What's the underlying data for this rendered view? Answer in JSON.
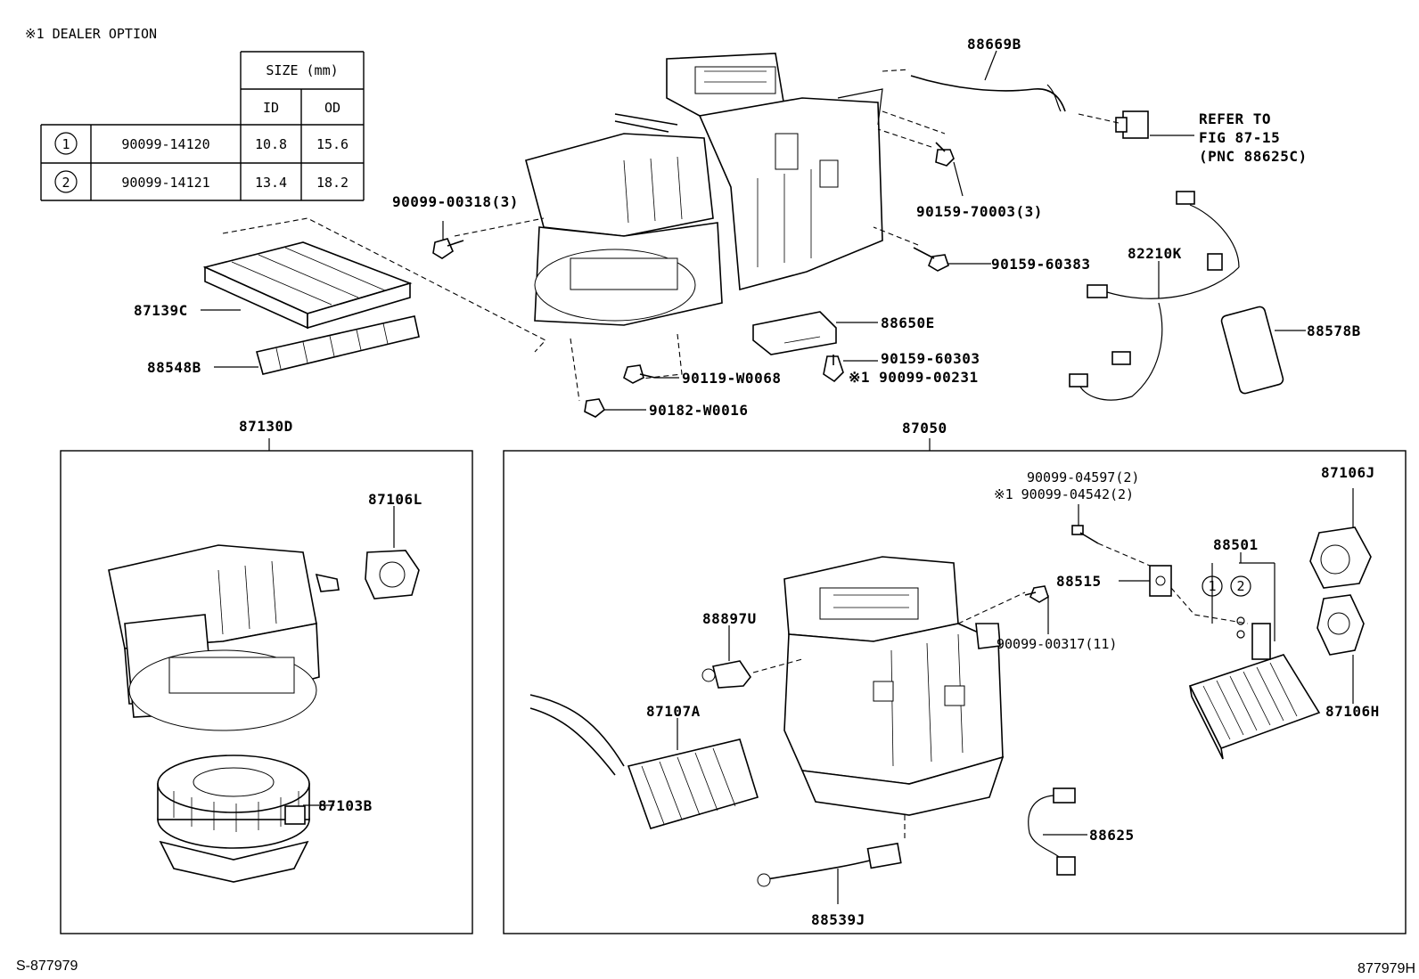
{
  "header": {
    "note": "※1 DEALER OPTION"
  },
  "size_table": {
    "header": "SIZE (mm)",
    "col_id": "ID",
    "col_od": "OD",
    "rows": [
      {
        "mark": "1",
        "part": "90099-14120",
        "id": "10.8",
        "od": "15.6"
      },
      {
        "mark": "2",
        "part": "90099-14121",
        "id": "13.4",
        "od": "18.2"
      }
    ]
  },
  "labels": {
    "l88669B": "88669B",
    "refer1": "REFER TO",
    "refer2": "FIG 87-15",
    "refer3": "(PNC 88625C)",
    "l90099_00318": "90099-00318(3)",
    "l90159_70003": "90159-70003(3)",
    "l90159_60383": "90159-60383",
    "l82210K": "82210K",
    "l87139C": "87139C",
    "l88548B": "88548B",
    "l88650E": "88650E",
    "l90159_60303": "90159-60303",
    "l90099_00231": "※1 90099-00231",
    "l90119_W0068": "90119-W0068",
    "l90182_W0016": "90182-W0016",
    "l88578B": "88578B",
    "l87130D": "87130D",
    "l87050": "87050",
    "l87106L": "87106L",
    "l87103B": "87103B",
    "l90099_04597": "90099-04597(2)",
    "l90099_04542": "※1 90099-04542(2)",
    "l87106J": "87106J",
    "l88501": "88501",
    "l88515": "88515",
    "l88897U": "88897U",
    "l90099_00317": "90099-00317(11)",
    "l87107A": "87107A",
    "l87106H": "87106H",
    "l88625": "88625",
    "l88539J": "88539J",
    "mark1": "1",
    "mark2": "2"
  },
  "footer": {
    "left": "S-877979",
    "right": "877979H"
  }
}
